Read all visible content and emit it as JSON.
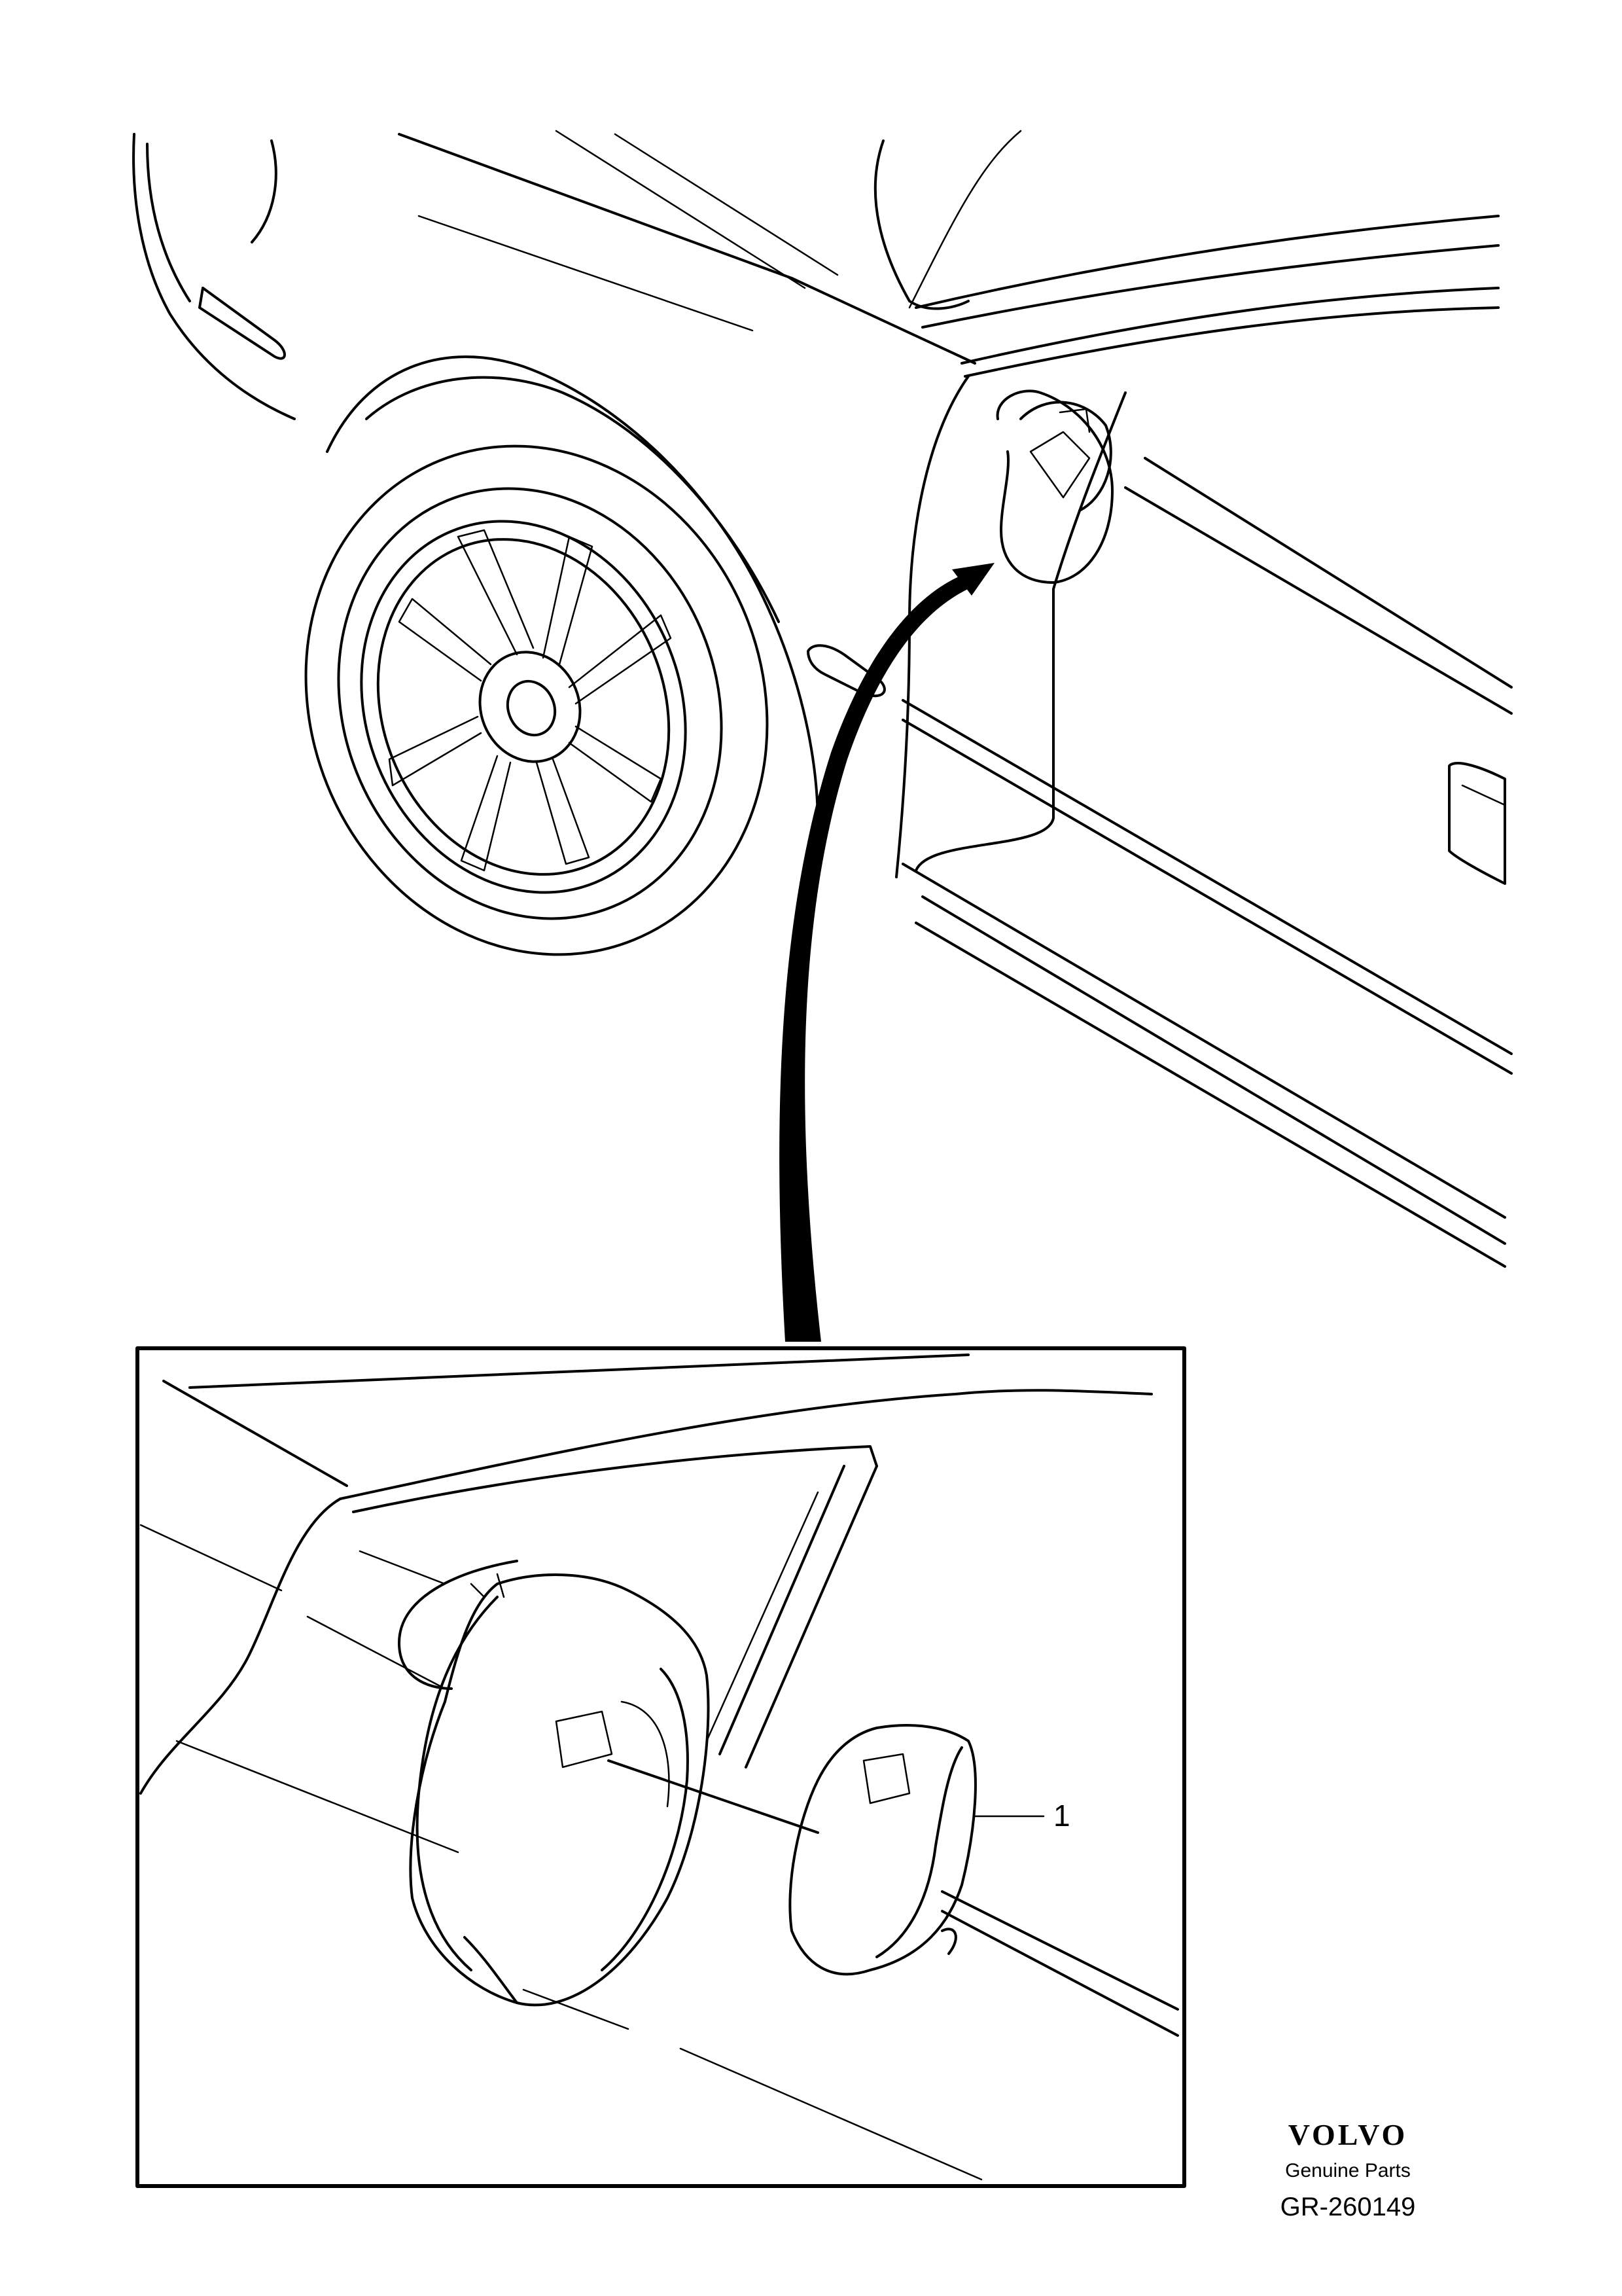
{
  "callouts": [
    {
      "label": "1"
    }
  ],
  "footer": {
    "brand": "VOLVO",
    "tagline": "Genuine Parts",
    "figure_code": "GR-260149"
  },
  "icons": {
    "brand_logo": "volvo-wordmark"
  }
}
